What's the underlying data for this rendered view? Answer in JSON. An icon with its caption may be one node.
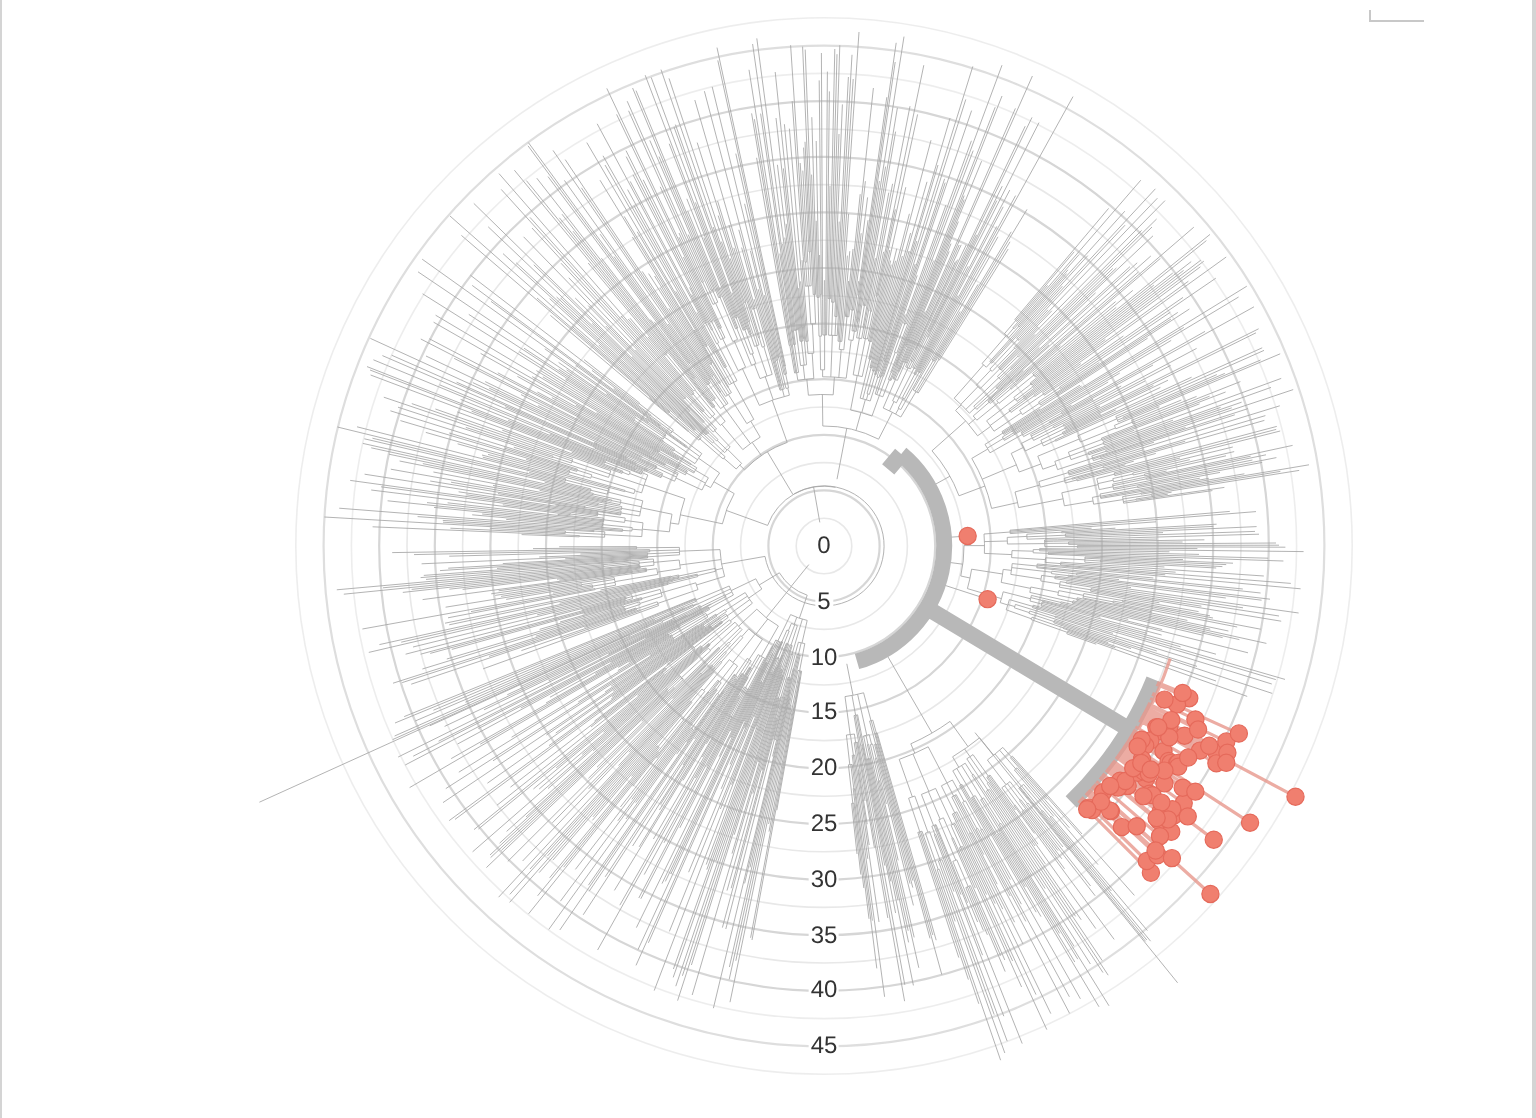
{
  "diagram": {
    "labels": [
      "0",
      "5",
      "10",
      "15",
      "20",
      "25",
      "30",
      "35",
      "40",
      "45"
    ]
  }
}
